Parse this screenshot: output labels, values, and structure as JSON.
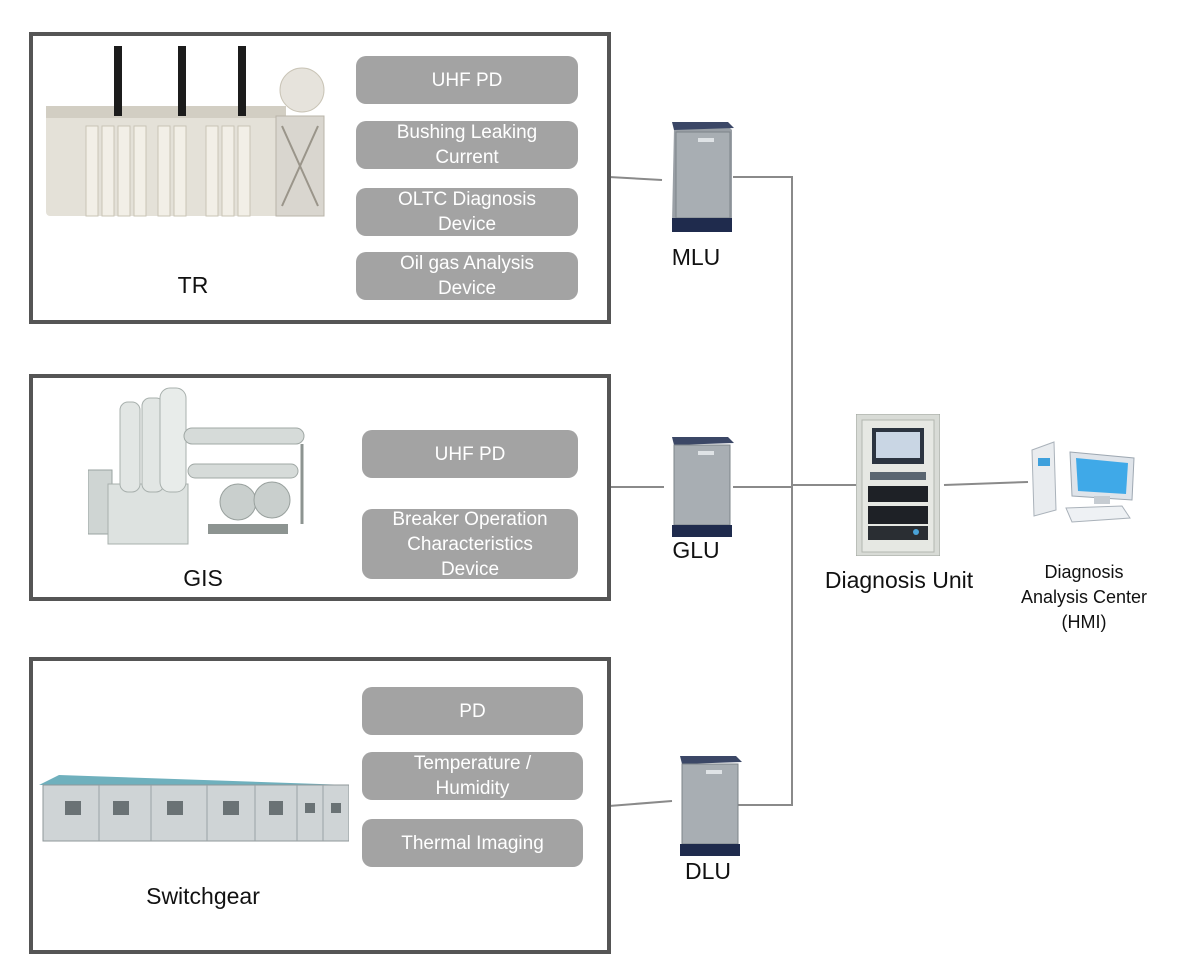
{
  "colors": {
    "panel_border": "#555555",
    "pill_bg": "#a3a3a3",
    "pill_text": "#ffffff",
    "wire": "#8a8a8a",
    "cabinet_body": "#9aa0a6",
    "cabinet_base": "#1f2b4d"
  },
  "sections": [
    {
      "name": "TR",
      "equipment_icon": "power-transformer-icon",
      "items": [
        "UHF PD",
        "Bushing Leaking\nCurrent",
        "OLTC Diagnosis\nDevice",
        "Oil gas Analysis\nDevice"
      ]
    },
    {
      "name": "GIS",
      "equipment_icon": "gis-switchgear-icon",
      "items": [
        "UHF PD",
        "Breaker Operation\nCharacteristics\nDevice"
      ]
    },
    {
      "name": "Switchgear",
      "equipment_icon": "switchgear-panel-icon",
      "items": [
        "PD",
        "Temperature /\nHumidity",
        "Thermal Imaging"
      ]
    }
  ],
  "units": [
    {
      "label": "MLU",
      "icon": "cabinet-icon"
    },
    {
      "label": "GLU",
      "icon": "cabinet-icon"
    },
    {
      "label": "DLU",
      "icon": "cabinet-icon"
    }
  ],
  "diagnosis_unit": {
    "label": "Diagnosis Unit",
    "icon": "rack-cabinet-icon"
  },
  "hmi": {
    "label": "Diagnosis\nAnalysis  Center\n(HMI)",
    "icon": "computer-icon"
  }
}
